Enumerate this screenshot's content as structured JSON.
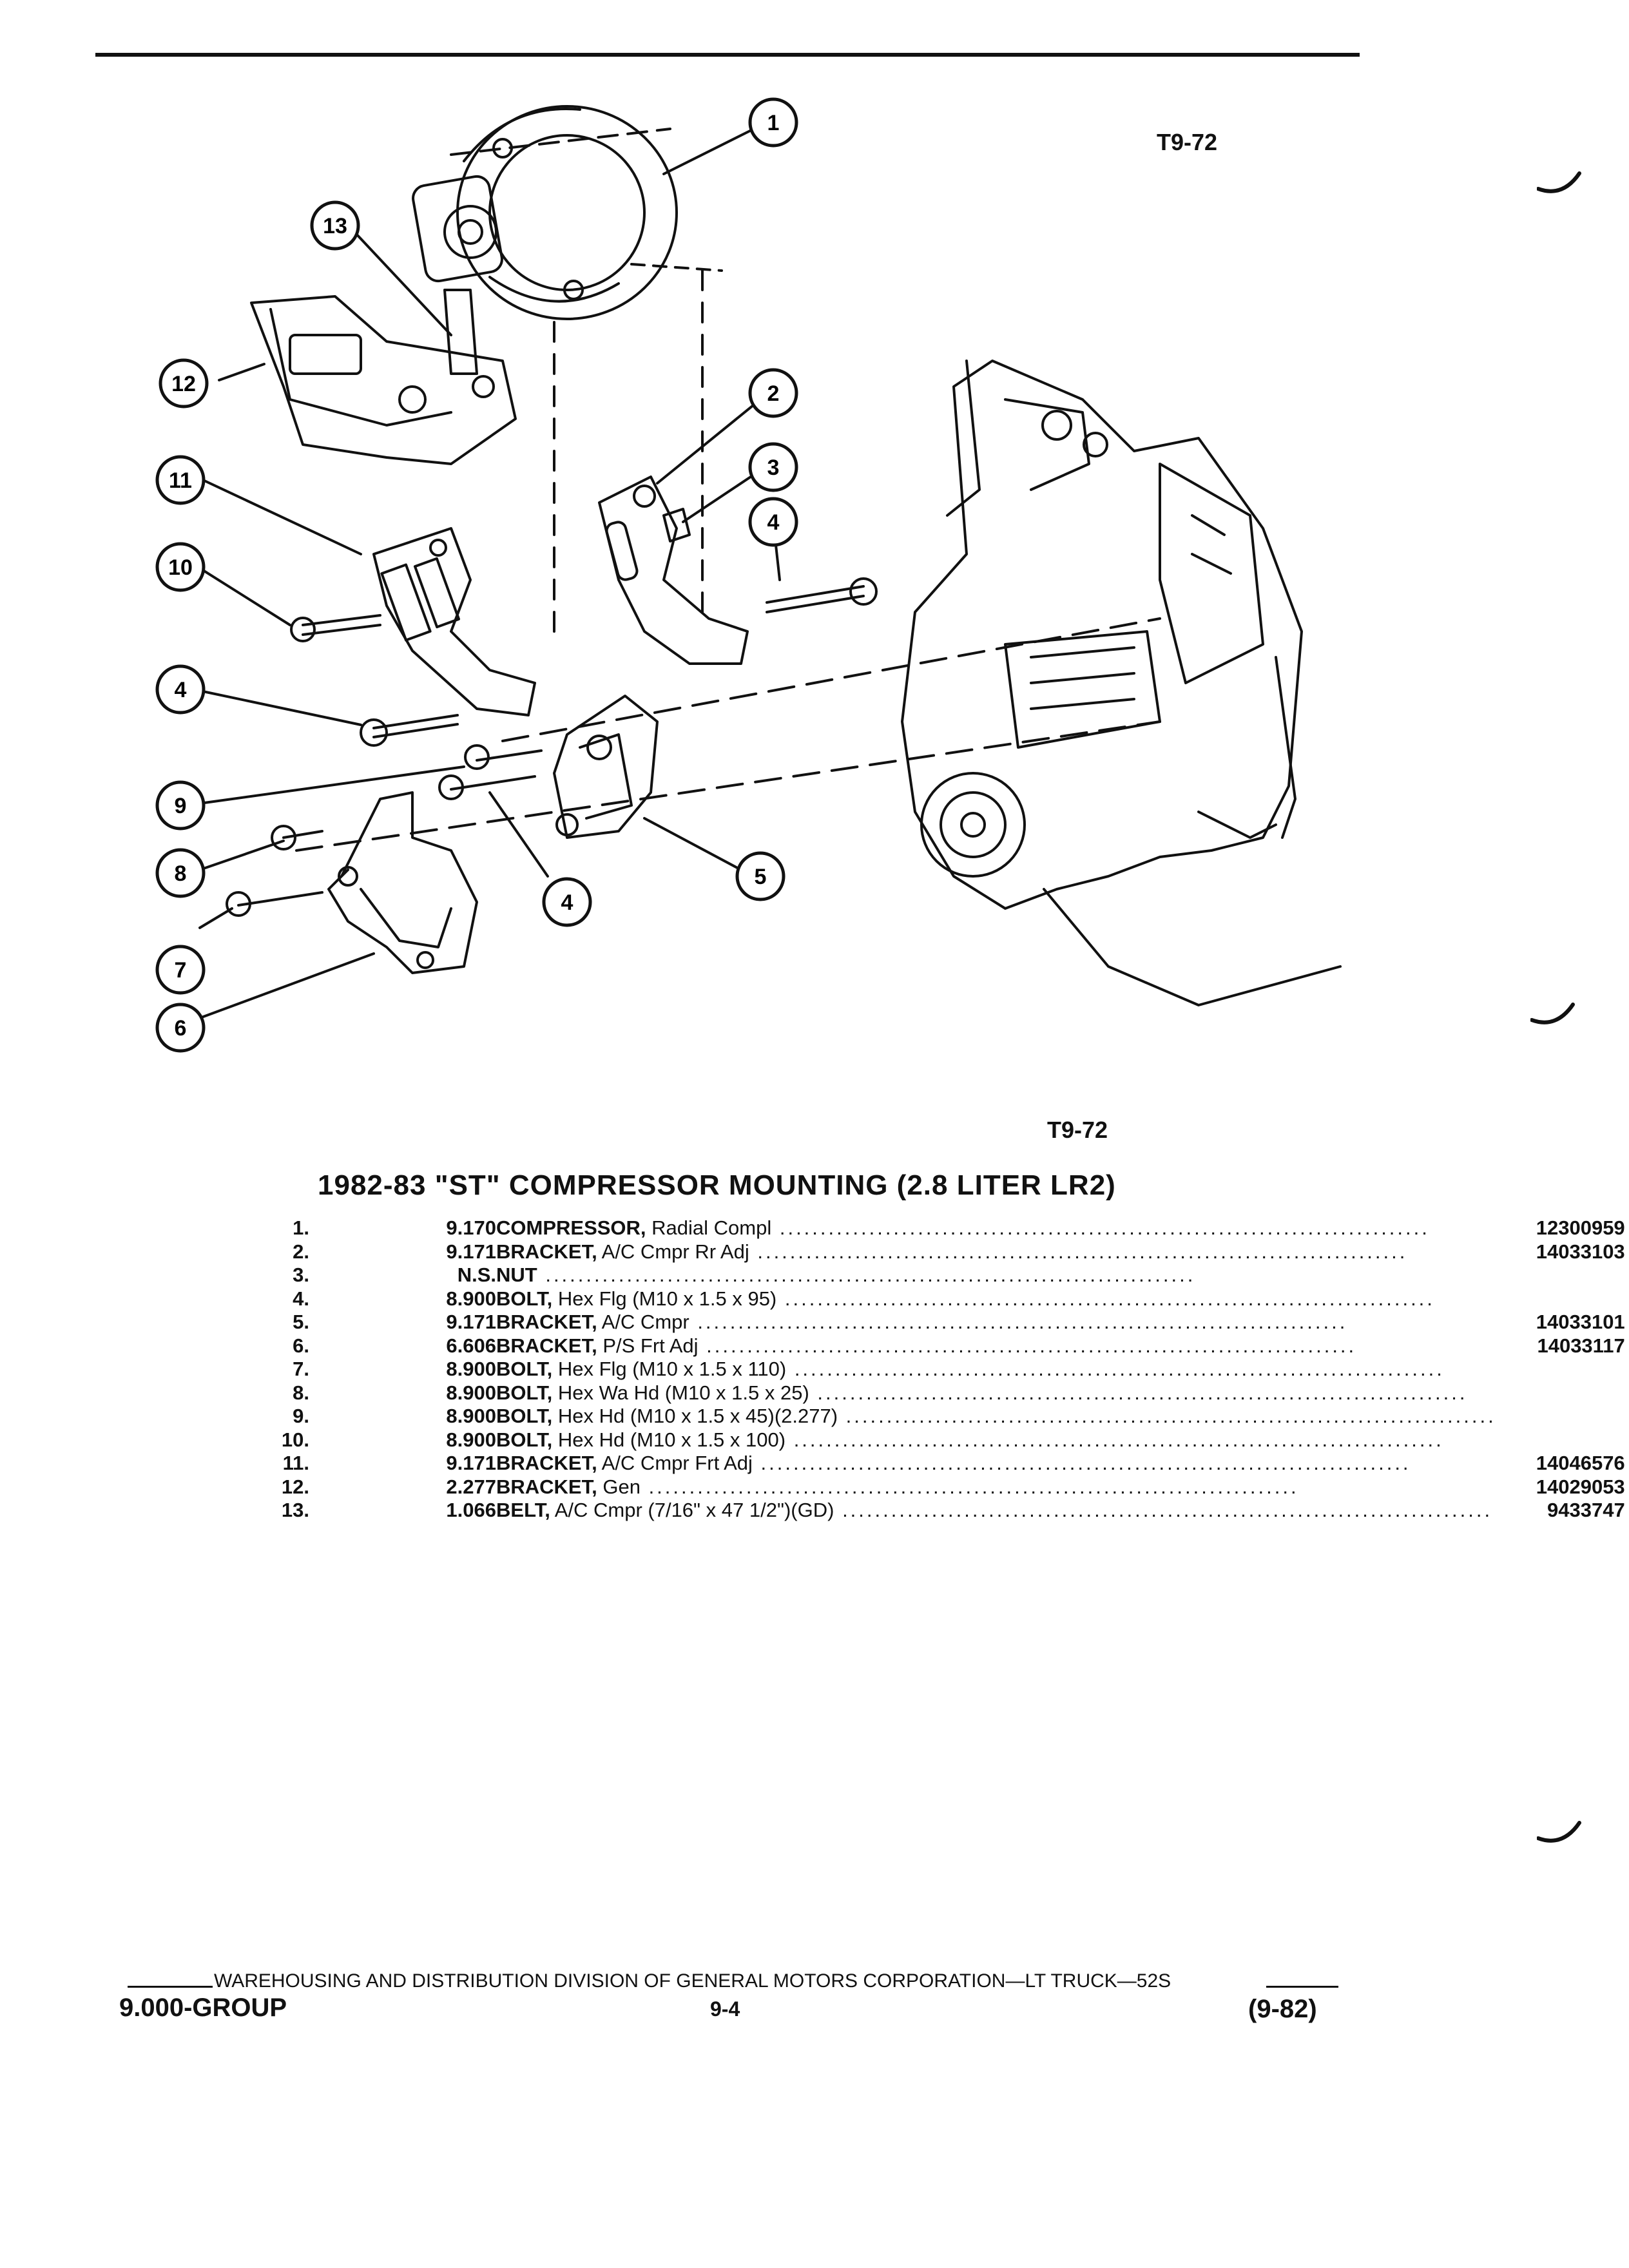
{
  "figure": {
    "ref_top": "T9-72",
    "ref_bottom": "T9-72",
    "callouts": [
      "1",
      "2",
      "3",
      "4",
      "5",
      "6",
      "7",
      "8",
      "9",
      "10",
      "11",
      "12",
      "13",
      "4",
      "4"
    ]
  },
  "title": "1982-83 \"ST\" COMPRESSOR MOUNTING (2.8 LITER LR2)",
  "parts": [
    {
      "num": "1.",
      "group": "9.170",
      "keyword": "COMPRESSOR,",
      "desc": " Radial Compl",
      "part": "12300959"
    },
    {
      "num": "2.",
      "group": "9.171",
      "keyword": "BRACKET,",
      "desc": " A/C Cmpr Rr Adj",
      "part": "14033103"
    },
    {
      "num": "3.",
      "group": "N.S.",
      "keyword": "NUT",
      "desc": "",
      "part": ""
    },
    {
      "num": "4.",
      "group": "8.900",
      "keyword": "BOLT,",
      "desc": " Hex Flg (M10 x 1.5 x 95)",
      "part": ""
    },
    {
      "num": "5.",
      "group": "9.171",
      "keyword": "BRACKET,",
      "desc": " A/C Cmpr",
      "part": "14033101"
    },
    {
      "num": "6.",
      "group": "6.606",
      "keyword": "BRACKET,",
      "desc": " P/S Frt Adj",
      "part": "14033117"
    },
    {
      "num": "7.",
      "group": "8.900",
      "keyword": "BOLT,",
      "desc": " Hex Flg (M10 x 1.5 x 110)",
      "part": ""
    },
    {
      "num": "8.",
      "group": "8.900",
      "keyword": "BOLT,",
      "desc": " Hex Wa Hd (M10 x 1.5 x 25)",
      "part": ""
    },
    {
      "num": "9.",
      "group": "8.900",
      "keyword": "BOLT,",
      "desc": " Hex Hd (M10 x 1.5 x 45)(2.277)",
      "part": ""
    },
    {
      "num": "10.",
      "group": "8.900",
      "keyword": "BOLT,",
      "desc": " Hex Hd (M10 x 1.5 x 100)",
      "part": ""
    },
    {
      "num": "11.",
      "group": "9.171",
      "keyword": "BRACKET,",
      "desc": " A/C Cmpr Frt Adj",
      "part": "14046576"
    },
    {
      "num": "12.",
      "group": "2.277",
      "keyword": "BRACKET,",
      "desc": " Gen",
      "part": "14029053"
    },
    {
      "num": "13.",
      "group": "1.066",
      "keyword": "BELT,",
      "desc": " A/C Cmpr (7/16\" x 47 1/2\")(GD)",
      "part": "9433747"
    }
  ],
  "footer": {
    "division": "WAREHOUSING AND DISTRIBUTION  DIVISION OF GENERAL MOTORS CORPORATION—LT TRUCK—52S",
    "group": "9.000-GROUP",
    "page": "9-4",
    "revision": "(9-82)"
  }
}
